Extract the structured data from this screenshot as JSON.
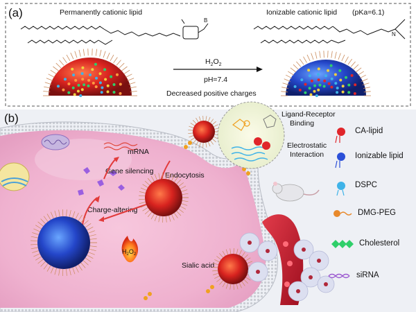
{
  "panel_a": {
    "label": "(a)",
    "left_title": "Permanently cationic lipid",
    "right_title": "Ionizable cationic lipid",
    "pka": "(pKa=6.1)",
    "reagent_h2": "H",
    "reagent_sub": "2",
    "reagent_o": "O",
    "condition": "pH=7.4",
    "caption": "Decreased positive charges"
  },
  "panel_b": {
    "label": "(b)",
    "labels": {
      "mrna": "mRNA",
      "gene_silencing": "Gene silencing",
      "endocytosis": "Endocytosis",
      "charge_altering": "Charge-altering",
      "sialic_acid": "Sialic acid",
      "ligand_receptor": "Ligand-Receptor",
      "binding": "Binding",
      "electrostatic": "Electrostatic",
      "interaction": "Interaction",
      "h2o2_h": "H",
      "h2o2_sub": "2",
      "h2o2_o": "O"
    }
  },
  "legend": [
    {
      "label": "CA-lipid",
      "icon": "ca-lipid-icon",
      "color": "#e0252a"
    },
    {
      "label": "Ionizable lipid",
      "icon": "ionizable-lipid-icon",
      "color": "#2b4fd8"
    },
    {
      "label": "DSPC",
      "icon": "dspc-icon",
      "color": "#3fb3e8"
    },
    {
      "label": "DMG-PEG",
      "icon": "dmg-peg-icon",
      "color": "#e8892b"
    },
    {
      "label": "Cholesterol",
      "icon": "cholesterol-icon",
      "color": "#2fcf6a"
    },
    {
      "label": "siRNA",
      "icon": "sirna-icon",
      "color": "#9b59d0"
    }
  ]
}
